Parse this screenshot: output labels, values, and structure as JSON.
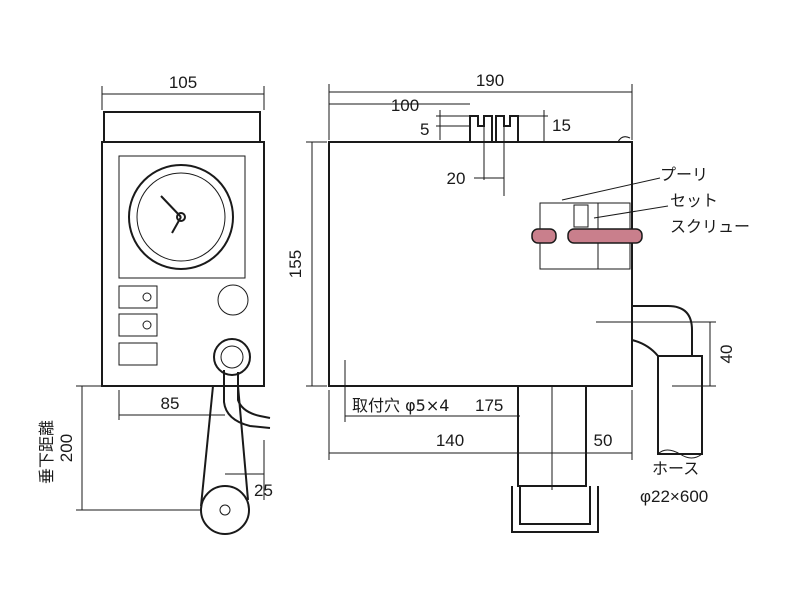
{
  "front_view": {
    "width_dim": "105",
    "bottom_dim": "85",
    "drop_dim": "25",
    "vertical_label": "垂下距離",
    "vertical_dim": "200"
  },
  "side_view": {
    "total_width_dim": "190",
    "offset_dim": "100",
    "small_dim_left": "5",
    "small_dim_right": "15",
    "slot_dim": "20",
    "height_dim": "155",
    "hose_offset_dim": "40",
    "mount_label": "取付穴 φ5×4",
    "mount_dim": "175",
    "bottom_dim_left": "140",
    "bottom_dim_right": "50"
  },
  "labels": {
    "pulley": "プーリ",
    "set_screw_1": "セット",
    "set_screw_2": "スクリュー",
    "hose_1": "ホース",
    "hose_2": "φ22×600"
  }
}
